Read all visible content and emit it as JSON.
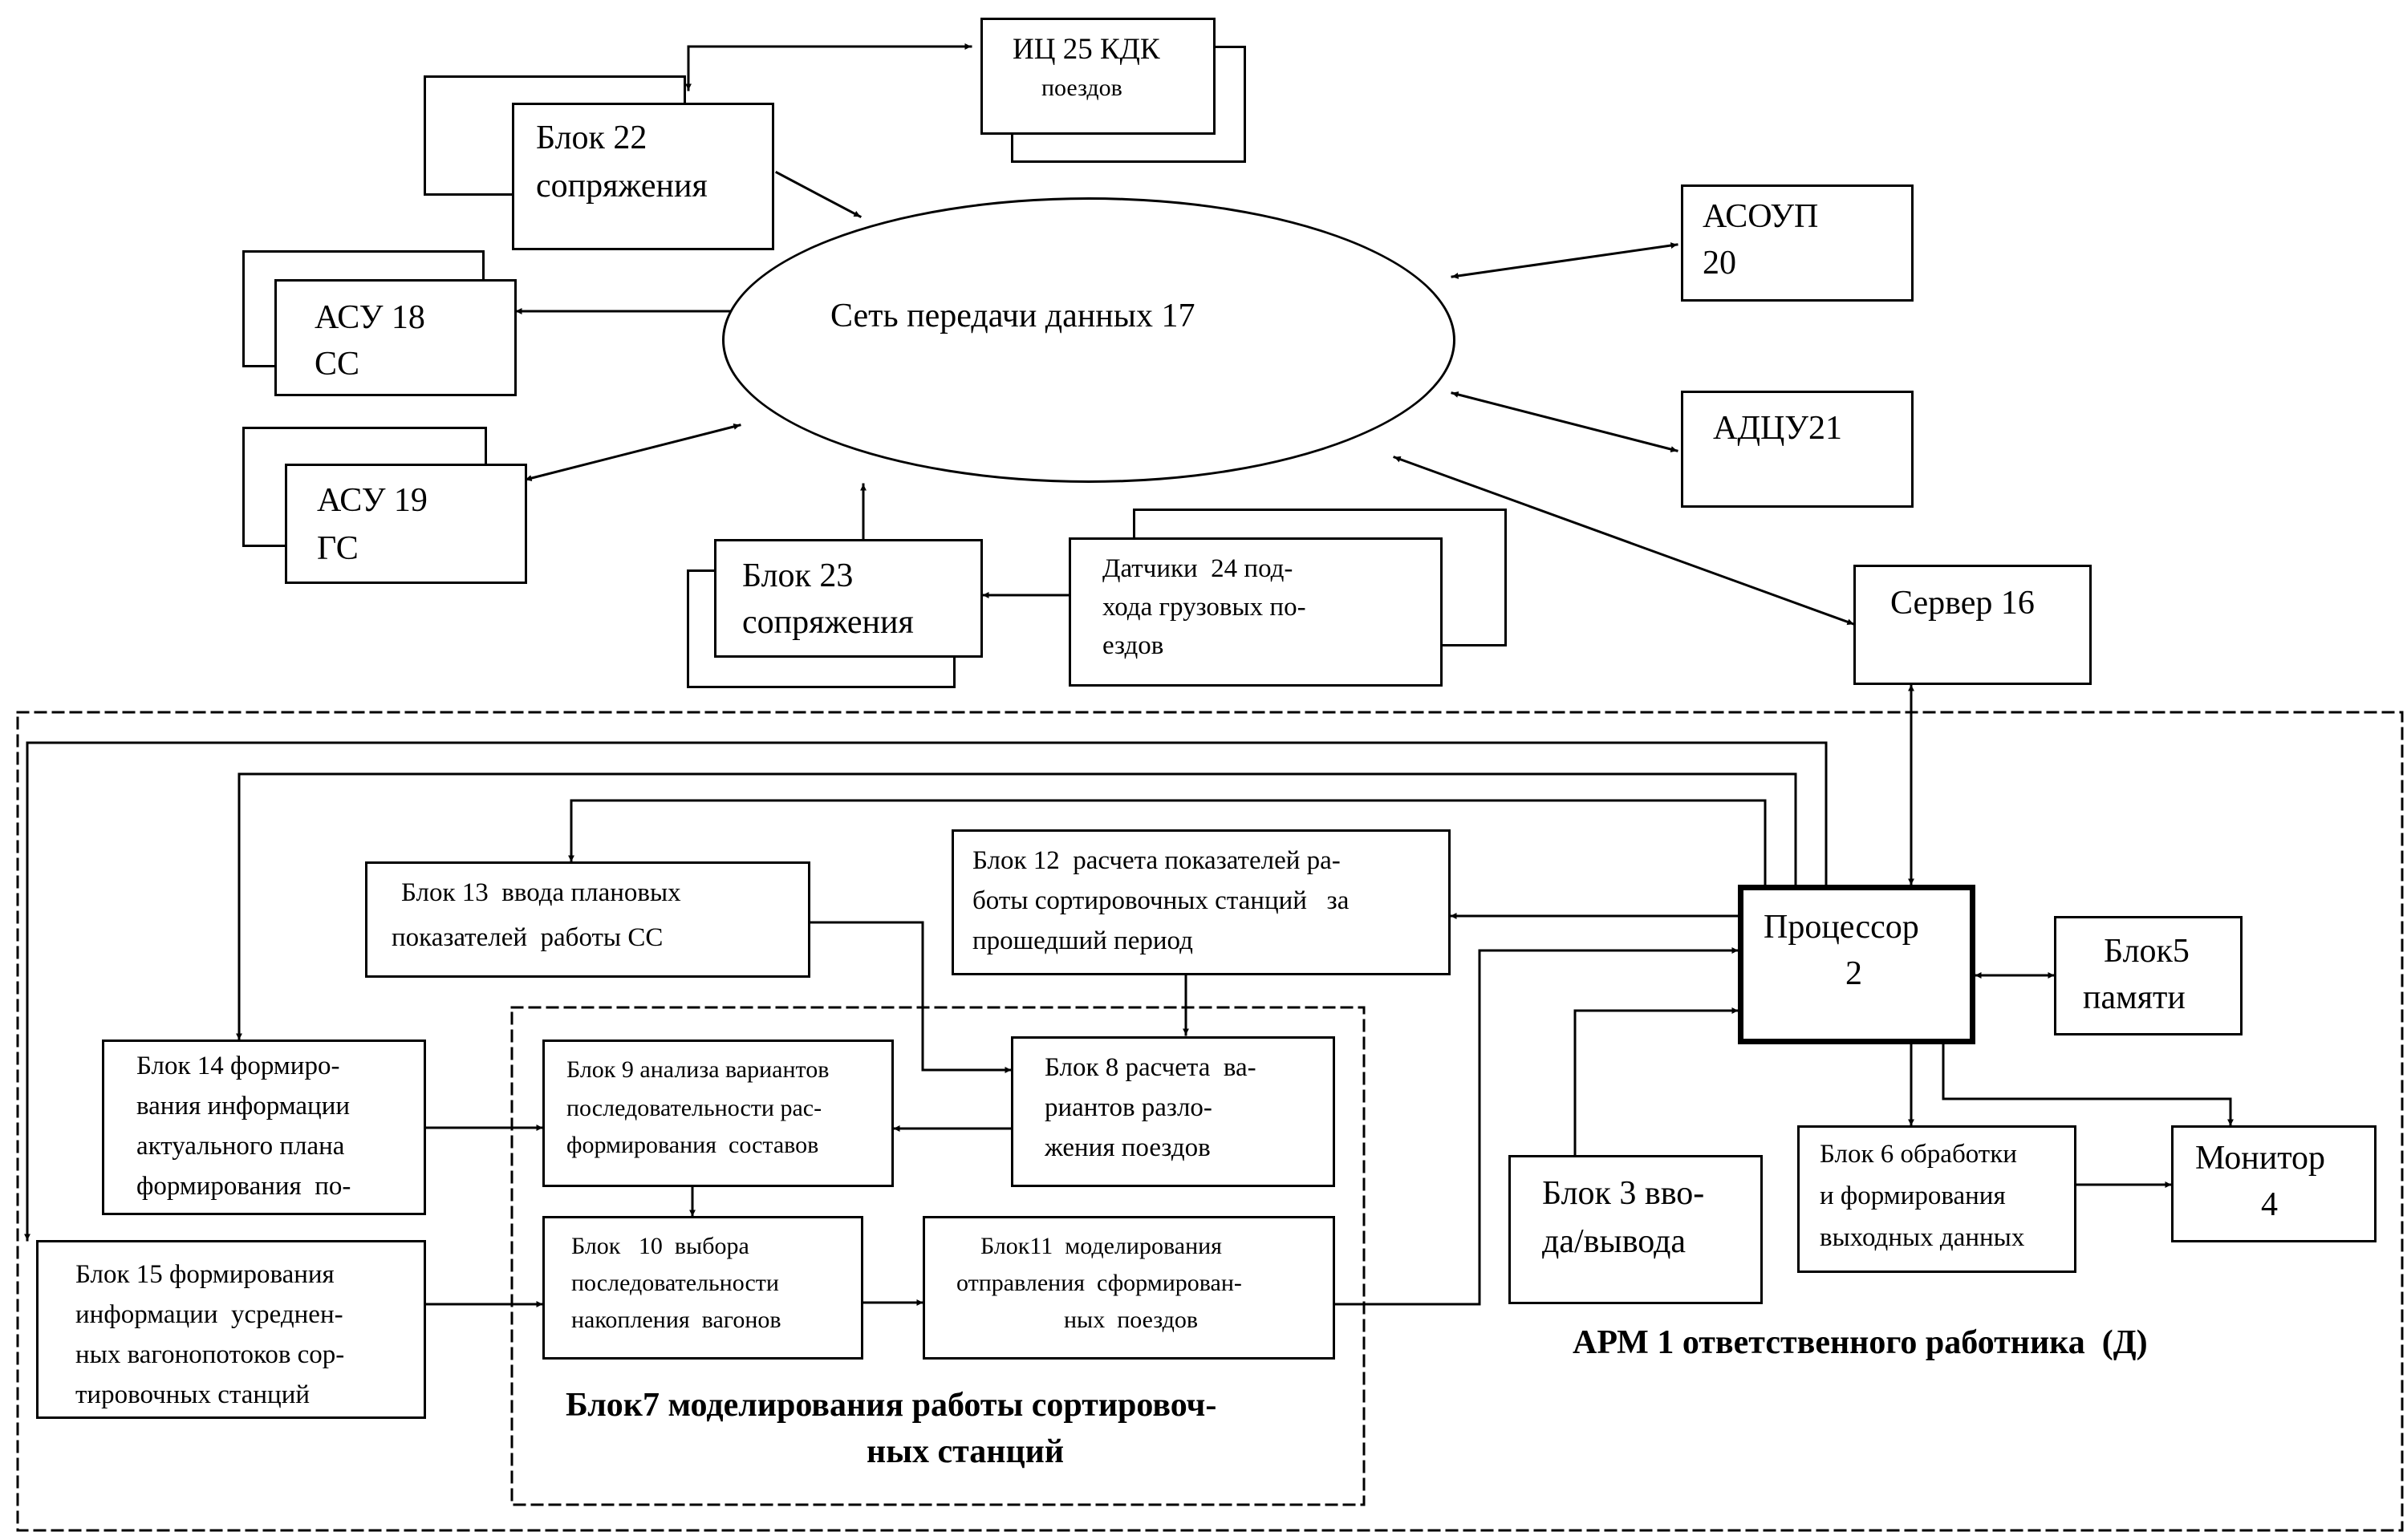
{
  "network": {
    "label": "Сеть передачи данных 17"
  },
  "blocks": {
    "ic25": {
      "line1": "ИЦ 25 КДК",
      "line2": "поездов"
    },
    "b22": {
      "line1": "Блок 22",
      "line2": "сопряжения"
    },
    "asoup": {
      "line1": "АСОУП",
      "line2": "20"
    },
    "asu18": {
      "line1": "АСУ 18",
      "line2": "СС"
    },
    "adcu": {
      "line1": "АДЦУ21"
    },
    "asu19": {
      "line1": "АСУ 19",
      "line2": "ГС"
    },
    "b23": {
      "line1": "Блок 23",
      "line2": "сопряжения"
    },
    "sensors": {
      "line1": "Датчики  24 под-",
      "line2": "хода грузовых по-",
      "line3": "ездов"
    },
    "server": {
      "line1": "Сервер 16"
    },
    "b13": {
      "line1": "Блок 13  ввода плановых",
      "line2": "показателей  работы СС"
    },
    "b12": {
      "line1": "Блок 12  расчета показателей ра-",
      "line2": "боты сортировочных станций   за",
      "line3": "прошедший период"
    },
    "proc": {
      "line1": "Процессор",
      "line2": "2"
    },
    "mem": {
      "line1": "Блок5",
      "line2": "памяти"
    },
    "b14": {
      "line1": "Блок 14 формиро-",
      "line2": "вания информации",
      "line3": "актуального плана",
      "line4": "формирования  по-"
    },
    "b9": {
      "line1": "Блок 9 анализа вариантов",
      "line2": "последовательности рас-",
      "line3": "формирования  составов"
    },
    "b8": {
      "line1": "Блок 8 расчета  ва-",
      "line2": "риантов разло-",
      "line3": "жения поездов"
    },
    "b6": {
      "line1": "Блок 6 обработки",
      "line2": "и формирования",
      "line3": "выходных данных"
    },
    "monitor": {
      "line1": "Монитор",
      "line2": "4"
    },
    "b3": {
      "line1": "Блок 3 вво-",
      "line2": "да/вывода"
    },
    "b15": {
      "line1": "Блок 15 формирования",
      "line2": "информации  усреднен-",
      "line3": "ных вагонопотоков сор-",
      "line4": "тировочных станций"
    },
    "b10": {
      "line1": "Блок   10  выбора",
      "line2": "последовательности",
      "line3": "накопления  вагонов"
    },
    "b11": {
      "line1": "Блок11  моделирования",
      "line2": "отправления  сформирован-",
      "line3": "ных  поездов"
    }
  },
  "captions": {
    "arm": "АРМ 1 ответственного работника  (Д)",
    "b7_line1": "Блок7 моделирования работы сортировоч-",
    "b7_line2": "ных станций"
  }
}
